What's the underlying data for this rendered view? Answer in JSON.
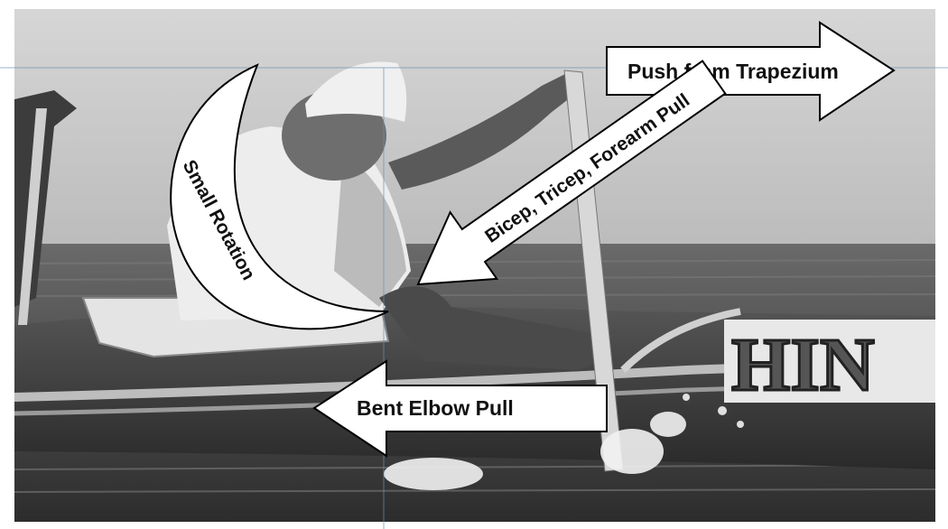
{
  "photo": {
    "subject": "outrigger canoe paddler",
    "colors": {
      "sky": "#c9c9c9",
      "sea": "#4a4a4a",
      "hull": "#3a3a3a",
      "arrow_fill": "#ffffff",
      "arrow_stroke": "#000000"
    },
    "hull_lettering": "HIN"
  },
  "annotations": {
    "push_from_trapezium": "Push from Trapezium",
    "bicep_tricep_forearm_pull": "Bicep, Tricep, Forearm Pull",
    "small_rotation": "Small Rotation",
    "bent_elbow_pull": "Bent Elbow Pull"
  }
}
